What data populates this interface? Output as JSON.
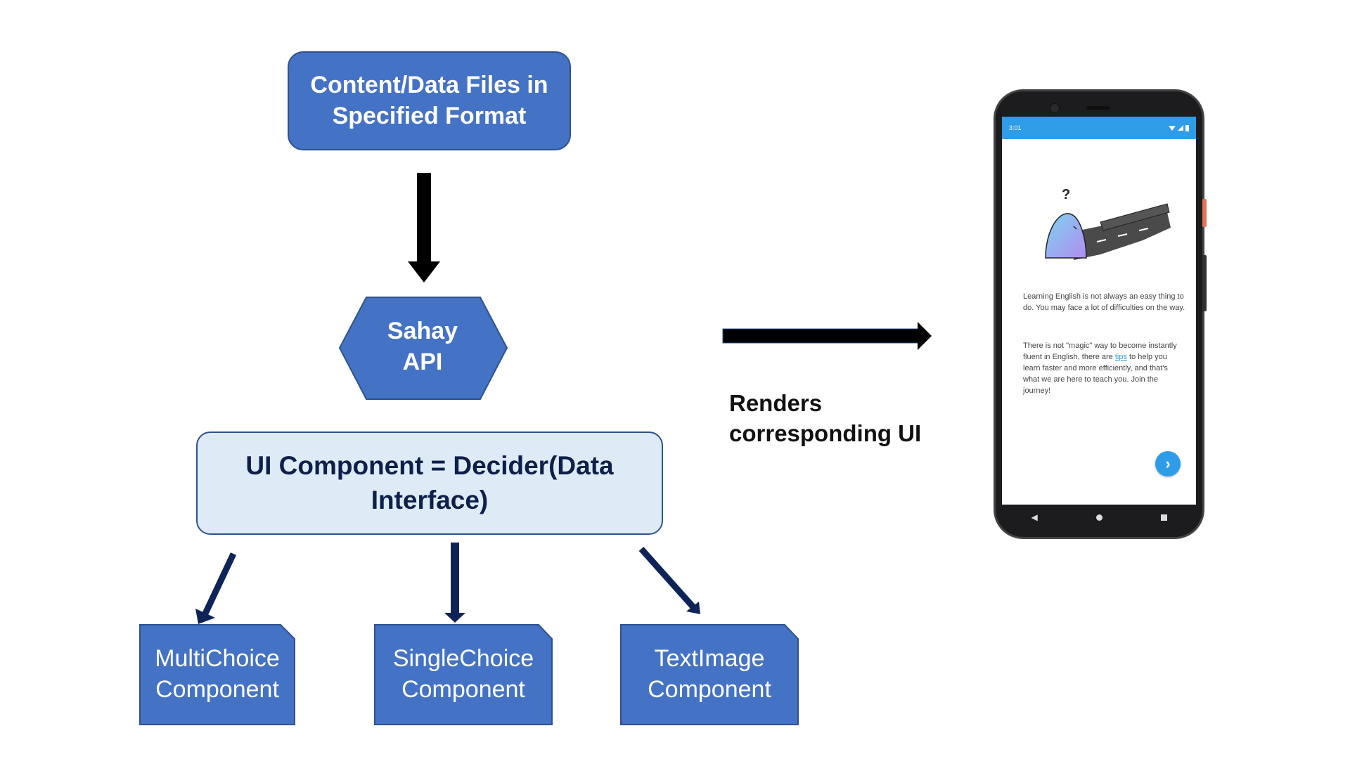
{
  "content_box": {
    "line1": "Content/Data Files in",
    "line2": "Specified Format"
  },
  "sahay_api": {
    "line1": "Sahay",
    "line2": "API"
  },
  "decider": {
    "line1": "UI Component = Decider(Data",
    "line2": "Interface)"
  },
  "components": [
    {
      "line1": "MultiChoice",
      "line2": "Component"
    },
    {
      "line1": "SingleChoice",
      "line2": "Component"
    },
    {
      "line1": "TextImage",
      "line2": "Component"
    }
  ],
  "renders": {
    "line1": "Renders",
    "line2": "corresponding UI"
  },
  "phone": {
    "status_time": "3:01",
    "question_mark": "?",
    "para1": "Learning English is not always an easy thing to do. You may face a lot of difficulties on the way.",
    "para2_before": "There is not \"magic\" way to become instantly fluent in English, there are ",
    "para2_link": "tips",
    "para2_after": " to help you learn faster and more efficiently, and that's what we are here to teach you. Join the journey!",
    "next_glyph": "›",
    "nav_back_glyph": "◀"
  },
  "colors": {
    "box_blue": "#4472C4",
    "box_border": "#2F528F",
    "light_box": "#DEEBF7",
    "dark_navy_arrow": "#0E2358",
    "phone_accent": "#2E9CE6"
  }
}
